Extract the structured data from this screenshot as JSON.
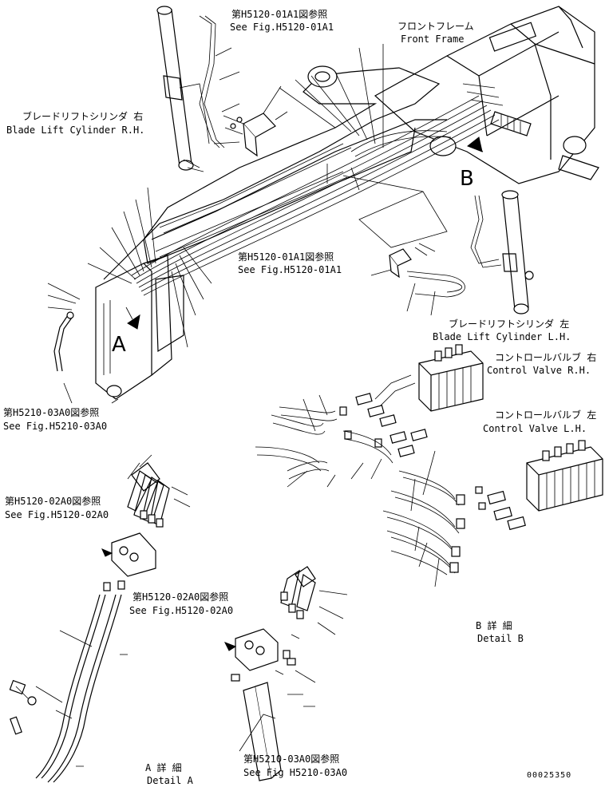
{
  "labels": {
    "fig_h5120_01a1_top_jp": "第H5120-01A1図参照",
    "fig_h5120_01a1_top_en": "See Fig.H5120-01A1",
    "front_frame_jp": "フロントフレーム",
    "front_frame_en": "Front Frame",
    "blade_lift_rh_jp": "ブレードリフトシリンダ 右",
    "blade_lift_rh_en": "Blade Lift Cylinder R.H.",
    "marker_b": "B",
    "fig_h5120_01a1_mid_jp": "第H5120-01A1図参照",
    "fig_h5120_01a1_mid_en": "See Fig.H5120-01A1",
    "blade_lift_lh_jp": "ブレードリフトシリンダ 左",
    "blade_lift_lh_en": "Blade Lift Cylinder L.H.",
    "control_valve_rh_jp": "コントロールバルブ 右",
    "control_valve_rh_en": "Control Valve R.H.",
    "control_valve_lh_jp": "コントロールバルブ 左",
    "control_valve_lh_en": "Control Valve L.H.",
    "marker_a": "A",
    "fig_h5210_03a0_left_jp": "第H5210-03A0図参照",
    "fig_h5210_03a0_left_en": "See Fig.H5210-03A0",
    "fig_h5120_02a0_left_jp": "第H5120-02A0図参照",
    "fig_h5120_02a0_left_en": "See Fig.H5120-02A0",
    "fig_h5120_02a0_mid_jp": "第H5120-02A0図参照",
    "fig_h5120_02a0_mid_en": "See Fig.H5120-02A0",
    "detail_b_jp": "B 詳 細",
    "detail_b_en": "Detail B",
    "detail_a_jp": "A 詳 細",
    "detail_a_en": "Detail A",
    "fig_h5210_03a0_bottom_jp": "第H5210-03A0図参照",
    "fig_h5210_03a0_bottom_en": "See Fig H5210-03A0",
    "drawing_number": "00025350"
  }
}
